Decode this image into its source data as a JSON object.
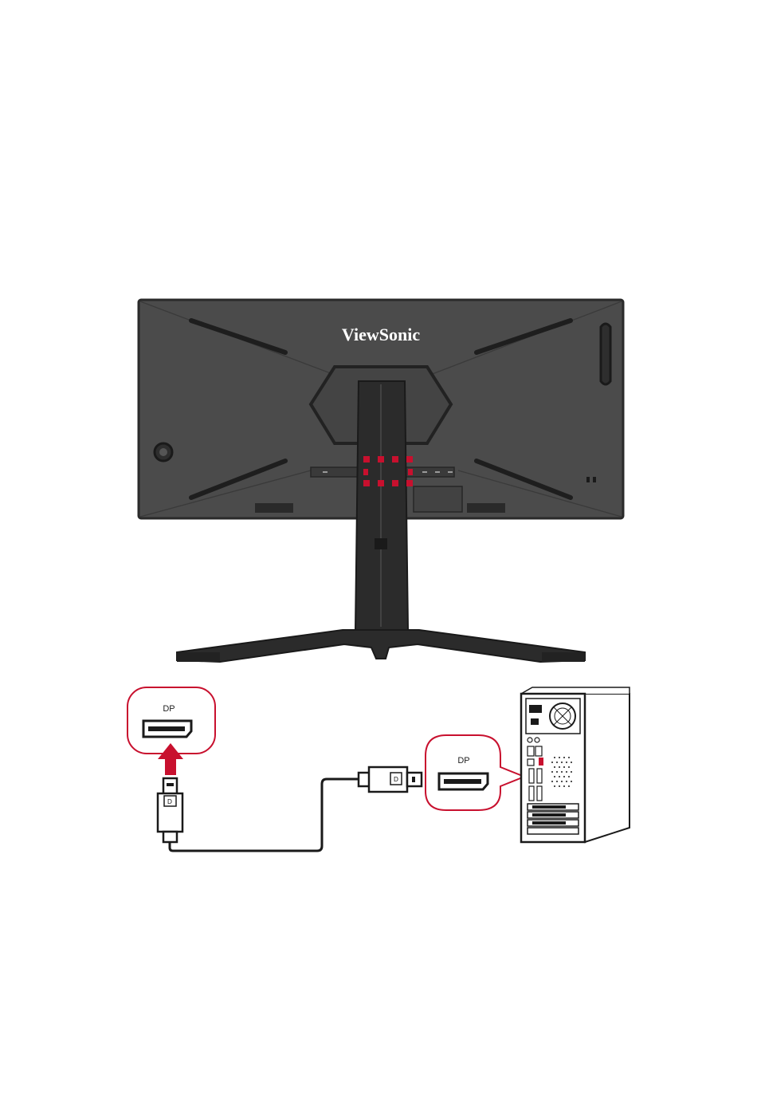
{
  "monitor": {
    "brand_text": "ViewSonic",
    "logo_colors": {
      "body": "#4b4b4b",
      "body_edge": "#2a2a2a",
      "stand": "#2b2b2b",
      "accent": "#c8102e"
    }
  },
  "callouts": {
    "monitor_port": {
      "label": "DP"
    },
    "pc_port": {
      "label": "DP"
    },
    "border_color": "#c8102e"
  },
  "cable": {
    "type": "DisplayPort",
    "plug_icon": "displayport-plug-icon"
  },
  "direction_arrow": {
    "icon": "arrow-up-icon",
    "color": "#c8102e"
  },
  "computer": {
    "icon": "desktop-tower-icon"
  }
}
